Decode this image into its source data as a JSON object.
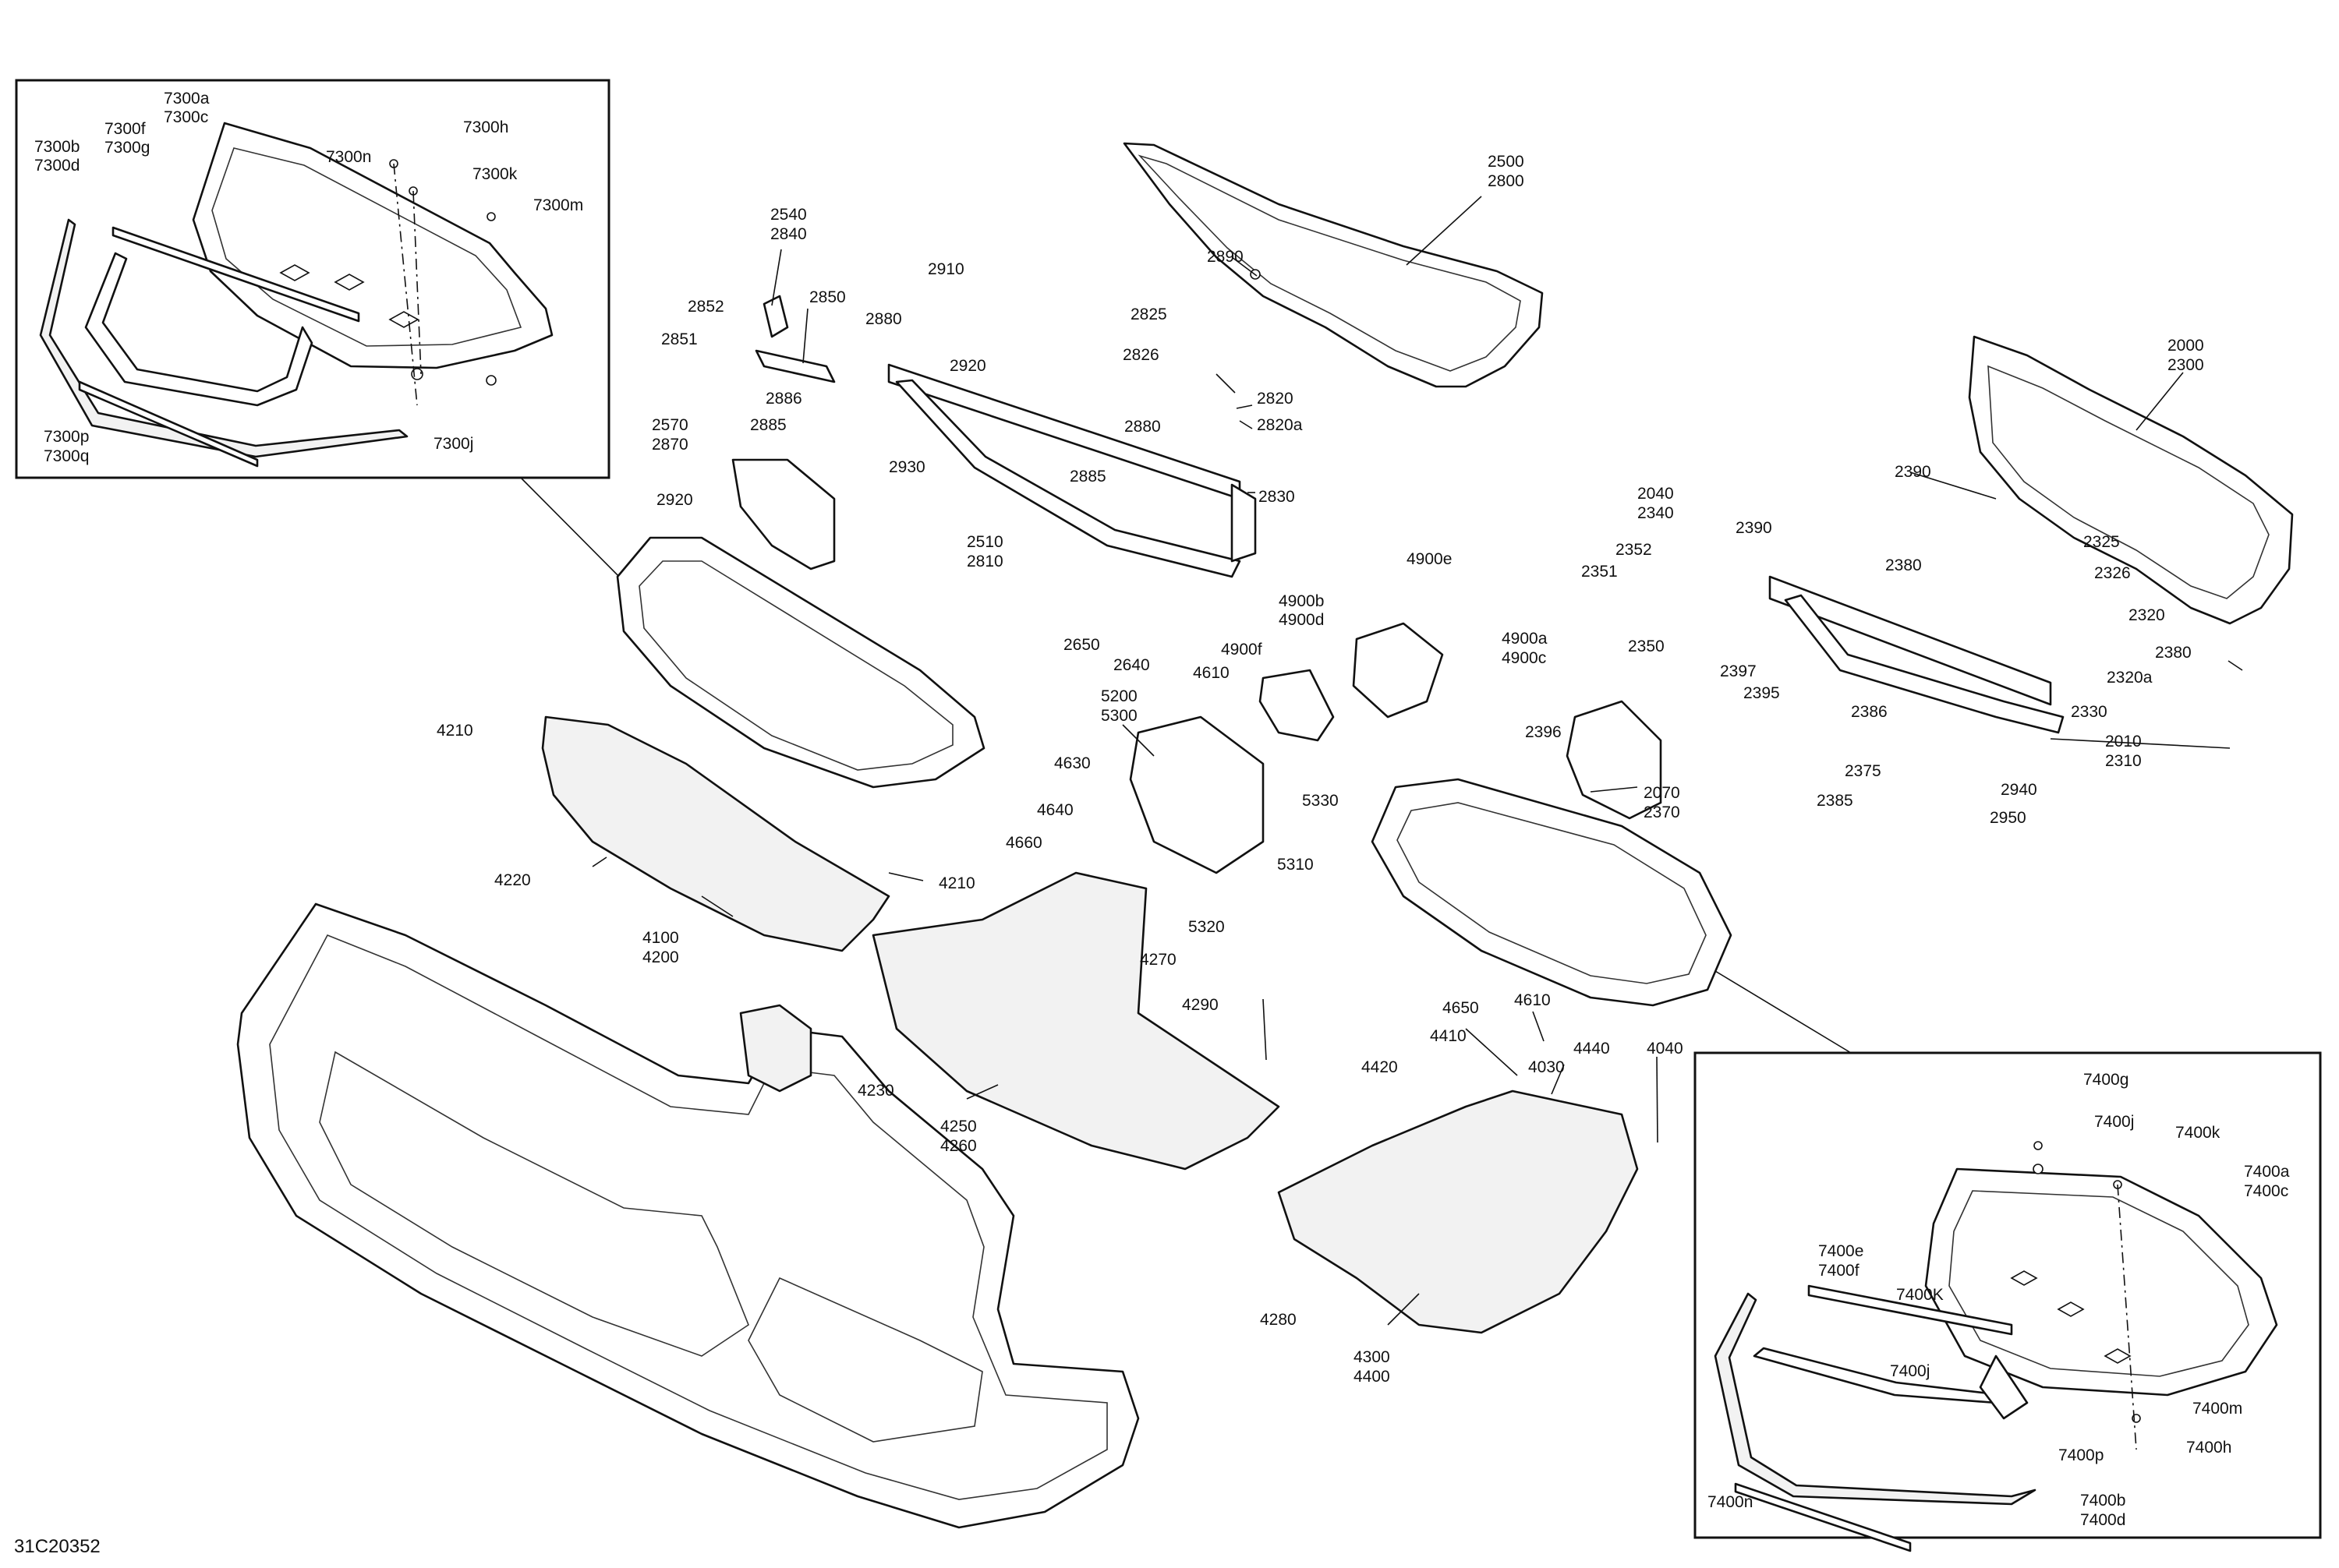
{
  "figure_id": "31C20352",
  "insets": {
    "left": [
      "7300a",
      "7300c",
      "7300b",
      "7300d",
      "7300f",
      "7300g",
      "7300h",
      "7300n",
      "7300k",
      "7300m",
      "7300p",
      "7300q",
      "7300j"
    ],
    "right": [
      "7400g",
      "7400j",
      "7400k",
      "7400a",
      "7400c",
      "7400e",
      "7400f",
      "7400K",
      "7400j",
      "7400m",
      "7400h",
      "7400p",
      "7400n",
      "7400b",
      "7400d"
    ]
  },
  "callouts": [
    "2500",
    "2800",
    "2890",
    "2540",
    "2840",
    "2850",
    "2852",
    "2851",
    "2880",
    "2910",
    "2920",
    "2886",
    "2885",
    "2570",
    "2870",
    "2920",
    "2930",
    "2880",
    "2885",
    "2510",
    "2810",
    "2825",
    "2826",
    "2820",
    "2820a",
    "2830",
    "2650",
    "2640",
    "2000",
    "2300",
    "2390",
    "2040",
    "2340",
    "2352",
    "2351",
    "2390",
    "2380",
    "2325",
    "2326",
    "2320",
    "2380",
    "2350",
    "2397",
    "2395",
    "2320a",
    "2330",
    "2386",
    "2010",
    "2310",
    "2375",
    "2940",
    "2385",
    "2950",
    "2396",
    "2070",
    "2370",
    "4900e",
    "4900b",
    "4900d",
    "4900a",
    "4900c",
    "4900f",
    "4610",
    "5200",
    "5300",
    "5330",
    "4630",
    "4640",
    "4660",
    "5310",
    "5320",
    "4270",
    "4210",
    "4220",
    "4210",
    "4100",
    "4200",
    "4230",
    "4250",
    "4260",
    "4290",
    "4650",
    "4610",
    "4410",
    "4030",
    "4440",
    "4040",
    "4420",
    "4280",
    "4300",
    "4400"
  ]
}
